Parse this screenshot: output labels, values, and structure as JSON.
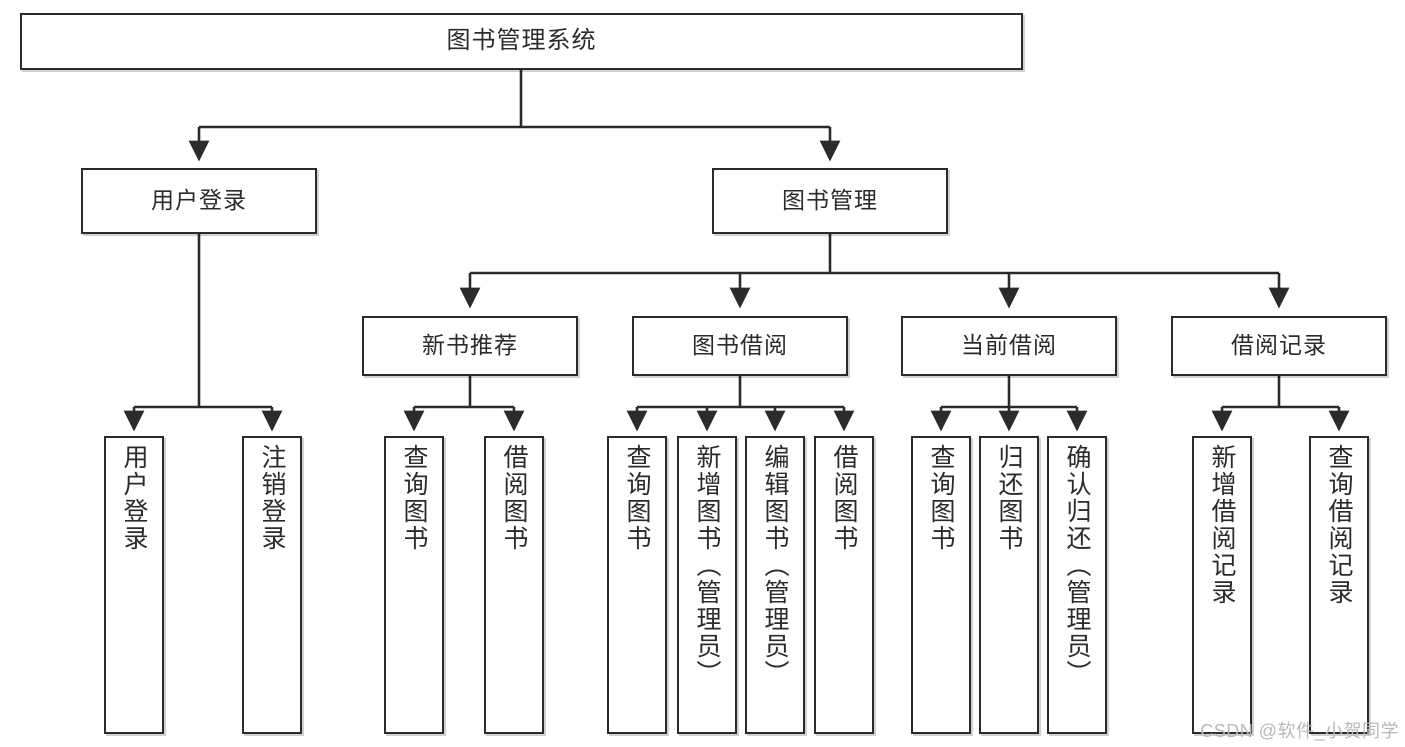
{
  "diagram": {
    "title": "图书管理系统",
    "type": "tree-hierarchy",
    "orientation": "top-down",
    "colors": {
      "node_border": "#2b2b2b",
      "node_fill": "#ffffff",
      "edge": "#2b2b2b",
      "background": "#ffffff",
      "watermark": "#b9b9b9"
    }
  },
  "root": {
    "label": "图书管理系统"
  },
  "level2": [
    {
      "label": "用户登录"
    },
    {
      "label": "图书管理"
    }
  ],
  "level3": [
    {
      "label": "新书推荐"
    },
    {
      "label": "图书借阅"
    },
    {
      "label": "当前借阅"
    },
    {
      "label": "借阅记录"
    }
  ],
  "leaves": {
    "user_login": [
      {
        "label": "用户登录"
      },
      {
        "label": "注销登录"
      }
    ],
    "new_book_recommend": [
      {
        "label": "查询图书"
      },
      {
        "label": "借阅图书"
      }
    ],
    "book_borrow": [
      {
        "label": "查询图书"
      },
      {
        "label": "新增图书（管理员）"
      },
      {
        "label": "编辑图书（管理员）"
      },
      {
        "label": "借阅图书"
      }
    ],
    "current_borrow": [
      {
        "label": "查询图书"
      },
      {
        "label": "归还图书"
      },
      {
        "label": "确认归还（管理员）"
      }
    ],
    "borrow_record": [
      {
        "label": "新增借阅记录"
      },
      {
        "label": "查询借阅记录"
      }
    ]
  },
  "watermark": {
    "text": "CSDN @软件_小贺同学"
  }
}
